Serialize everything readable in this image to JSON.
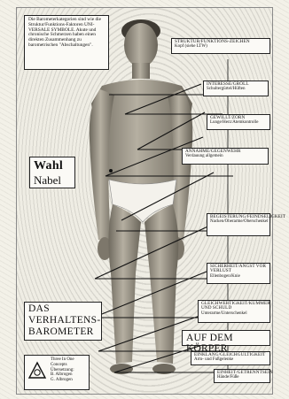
{
  "intro_text": "Die Barometerkategorien sind wie die Struktur/Funktions-Faktoren UNI-VERSALE SYMBOLE. Akute und chronische Schmerzen haben einen direkten Zusammenhang zu barometrischen \"Abschaltungen\".",
  "title_line1": "DAS",
  "title_line2": "VERHALTENS-",
  "title_line3": "BAROMETER",
  "title_right": "AUF DEM KÖRPER",
  "center_label_1": "Wahl",
  "center_label_2": "Nabel",
  "categories": [
    {
      "title": "STRUKTUR/FUNKTIONS-ZEICHEN",
      "sub": "Kopf (siehe LTW)"
    },
    {
      "title": "INTERESSE/GROLL",
      "sub": "Schultergürtel/Hüften"
    },
    {
      "title": "GEWILLT/ZORN",
      "sub": "Lunge/Herz/Atemkontrolle"
    },
    {
      "title": "ANNAHME/GEGENWEHR",
      "sub": "Verdauung allgemein"
    },
    {
      "title": "BEGEISTERUNG/FEINDSELIGKEIT",
      "sub": "Nacken/Oberarme/Oberschenkel"
    },
    {
      "title": "SICHERHEIT/ANGST VOR VERLUST",
      "sub": "Ellenbogen/Knie"
    },
    {
      "title": "GLEICHWERTIGKEIT/KUMMER UND SCHULD",
      "sub": "Unterarme/Unterschenkel"
    },
    {
      "title": "EINKLANG/GLEICHGÜLTIGKEIT",
      "sub": "Arm- und Fußgelenke"
    },
    {
      "title": "EINHEIT/GETRENNTSEIN",
      "sub": "Hände/Füße"
    }
  ],
  "credit": {
    "line1": "Three In One",
    "line2": "Concepts",
    "line3": "Übersetzung:",
    "line4": "B. Albrogen",
    "line5": "G. Albrogen"
  }
}
